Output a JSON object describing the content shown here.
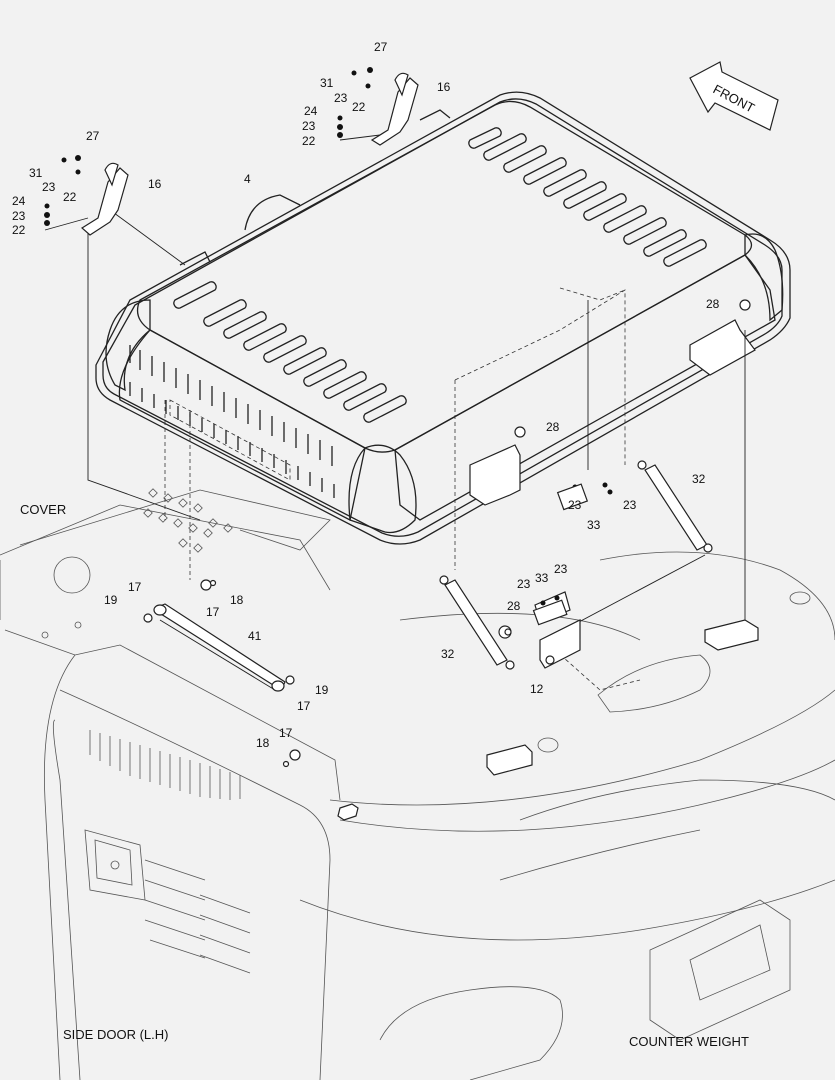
{
  "direction_label": "FRONT",
  "captions": {
    "cover": "COVER",
    "side_door": "SIDE DOOR (L.H)",
    "counter_weight": "COUNTER WEIGHT"
  },
  "callouts": {
    "c27a": "27",
    "c31a": "31",
    "c23a": "23",
    "c22a": "22",
    "c16a": "16",
    "c24a": "24",
    "c23b": "23",
    "c22b": "22",
    "c27b": "27",
    "c31b": "31",
    "c23c": "23",
    "c22c": "22",
    "c16b": "16",
    "c24b": "24",
    "c23d": "23",
    "c22d": "22",
    "c4": "4",
    "c28a": "28",
    "c28b": "28",
    "c32a": "32",
    "c23e": "23",
    "c33a": "33",
    "c23f": "23",
    "c23g": "23",
    "c33b": "33",
    "c23h": "23",
    "c28c": "28",
    "c32b": "32",
    "c12": "12",
    "c17a": "17",
    "c19a": "19",
    "c17b": "17",
    "c18a": "18",
    "c41": "41",
    "c19b": "19",
    "c17c": "17",
    "c17d": "17",
    "c18b": "18"
  }
}
